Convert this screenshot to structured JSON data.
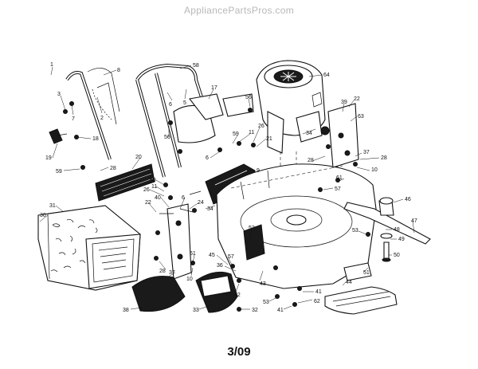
{
  "header": {
    "site": "AppliancePartsPros.com"
  },
  "footer": {
    "page_number": "3/09"
  },
  "labels": [
    {
      "id": "l1",
      "text": "1"
    },
    {
      "id": "l8",
      "text": "8"
    },
    {
      "id": "l58",
      "text": "58"
    },
    {
      "id": "l64",
      "text": "64"
    },
    {
      "id": "l3",
      "text": "3"
    },
    {
      "id": "l2",
      "text": "2"
    },
    {
      "id": "l7",
      "text": "7"
    },
    {
      "id": "l6a",
      "text": "6"
    },
    {
      "id": "l5",
      "text": "5"
    },
    {
      "id": "l17",
      "text": "17"
    },
    {
      "id": "l56a",
      "text": "56"
    },
    {
      "id": "l39",
      "text": "39"
    },
    {
      "id": "l22a",
      "text": "22"
    },
    {
      "id": "l63",
      "text": "63"
    },
    {
      "id": "l26a",
      "text": "26"
    },
    {
      "id": "l11a",
      "text": "11"
    },
    {
      "id": "l59a",
      "text": "59"
    },
    {
      "id": "l21",
      "text": "21"
    },
    {
      "id": "l34a",
      "text": "34"
    },
    {
      "id": "l18",
      "text": "18"
    },
    {
      "id": "l56b",
      "text": "56"
    },
    {
      "id": "l6b",
      "text": "6"
    },
    {
      "id": "l19",
      "text": "19"
    },
    {
      "id": "l20",
      "text": "20"
    },
    {
      "id": "l37a",
      "text": "37"
    },
    {
      "id": "l28a",
      "text": "28"
    },
    {
      "id": "l28b",
      "text": "28"
    },
    {
      "id": "l10a",
      "text": "10"
    },
    {
      "id": "l59b",
      "text": "59"
    },
    {
      "id": "l28c",
      "text": "28"
    },
    {
      "id": "l9",
      "text": "9"
    },
    {
      "id": "l61a",
      "text": "61"
    },
    {
      "id": "l59c",
      "text": "59"
    },
    {
      "id": "l11b",
      "text": "11"
    },
    {
      "id": "l57a",
      "text": "57"
    },
    {
      "id": "l26b",
      "text": "26"
    },
    {
      "id": "l40",
      "text": "40"
    },
    {
      "id": "l46",
      "text": "46"
    },
    {
      "id": "l31",
      "text": "31"
    },
    {
      "id": "l22b",
      "text": "22"
    },
    {
      "id": "l6c",
      "text": "6"
    },
    {
      "id": "l24",
      "text": "24"
    },
    {
      "id": "l30",
      "text": "30"
    },
    {
      "id": "l34b",
      "text": "34"
    },
    {
      "id": "l47",
      "text": "47"
    },
    {
      "id": "l53a",
      "text": "53"
    },
    {
      "id": "l48",
      "text": "48"
    },
    {
      "id": "l49",
      "text": "49"
    },
    {
      "id": "l52",
      "text": "52"
    },
    {
      "id": "l61b",
      "text": "61"
    },
    {
      "id": "l50",
      "text": "50"
    },
    {
      "id": "l45",
      "text": "45"
    },
    {
      "id": "l57b",
      "text": "57"
    },
    {
      "id": "l36",
      "text": "36"
    },
    {
      "id": "l51",
      "text": "51"
    },
    {
      "id": "l37b",
      "text": "37"
    },
    {
      "id": "l44",
      "text": "44"
    },
    {
      "id": "l28d",
      "text": "28"
    },
    {
      "id": "l10b",
      "text": "10"
    },
    {
      "id": "l43",
      "text": "43"
    },
    {
      "id": "l41a",
      "text": "41"
    },
    {
      "id": "l42",
      "text": "42"
    },
    {
      "id": "l62",
      "text": "62"
    },
    {
      "id": "l53b",
      "text": "53"
    },
    {
      "id": "l38",
      "text": "38"
    },
    {
      "id": "l33",
      "text": "33"
    },
    {
      "id": "l32",
      "text": "32"
    },
    {
      "id": "l41b",
      "text": "41"
    }
  ]
}
